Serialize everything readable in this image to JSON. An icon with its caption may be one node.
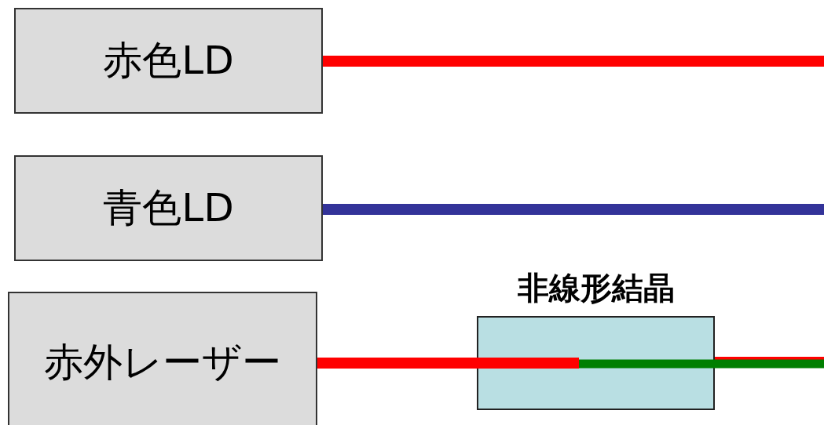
{
  "diagram": {
    "nodes": [
      {
        "text": [
          "赤色LD"
        ]
      },
      {
        "text": [
          "青色LD"
        ]
      },
      {
        "text": [
          "赤外レーザー"
        ]
      },
      {
        "text": [
          "非線形結晶"
        ]
      }
    ],
    "edges": [
      {
        "from": 0,
        "to": null,
        "arrow": "none"
      },
      {
        "from": 1,
        "to": null,
        "arrow": "none",
        "color": "#333399"
      },
      {
        "from": 2,
        "to": 3,
        "arrow": "none"
      },
      {
        "from": 3,
        "to": null,
        "arrow": "none"
      },
      {
        "from": 3,
        "to": null,
        "arrow": "none",
        "color": "#007f00"
      }
    ]
  }
}
